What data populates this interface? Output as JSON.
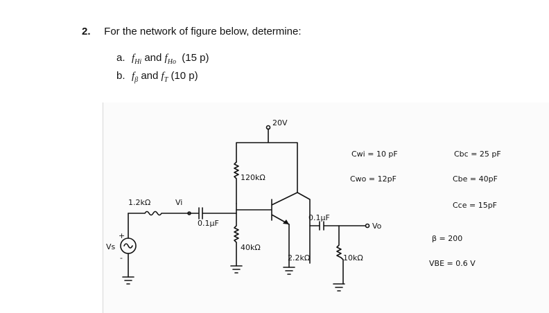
{
  "question": {
    "number": "2.",
    "text": "For the network of figure below, determine:",
    "parts": [
      {
        "label": "a.",
        "and": "and",
        "points": "(15 p)"
      },
      {
        "label": "b.",
        "and": "and",
        "points": "(10 p)"
      }
    ],
    "symbols": {
      "f_base": "f",
      "hi_sub": "Hi",
      "ho_sub": "Ho",
      "beta_sub": "β",
      "t_sub": "T"
    }
  },
  "figure": {
    "supply": "20V",
    "source_res": "1.2kΩ",
    "vi_label": "Vi",
    "vs_label": "Vs",
    "plus": "+",
    "minus": "-",
    "cin": "0.1μF",
    "r1": "120kΩ",
    "r2": "40kΩ",
    "cout": "0.1μF",
    "rc": "2.2kΩ",
    "rl": "10kΩ",
    "vo_label": "Vo",
    "params": [
      {
        "text": "Cwi = 10 pF"
      },
      {
        "text": "Cwo = 12pF"
      },
      {
        "text": "Cbc = 25 pF"
      },
      {
        "text": "Cbe = 40pF"
      },
      {
        "text": "Cce = 15pF"
      },
      {
        "text": "β = 200"
      },
      {
        "text": "VBE = 0.6 V"
      }
    ]
  }
}
